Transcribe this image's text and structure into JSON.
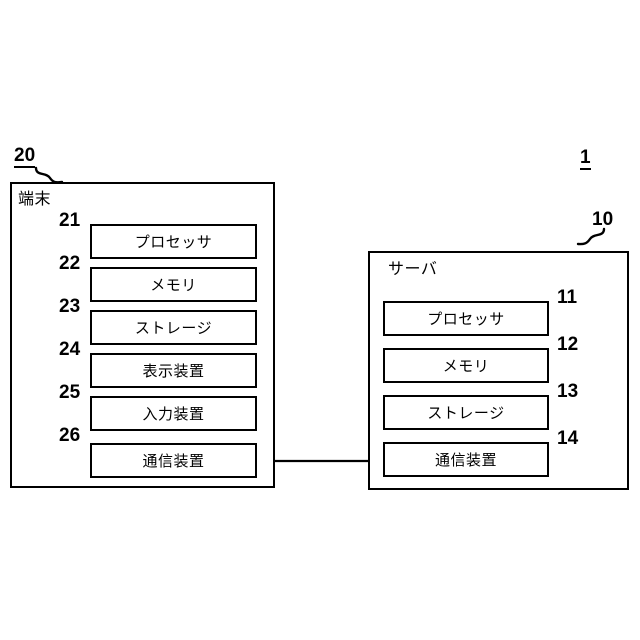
{
  "figure": {
    "system_ref": "1",
    "background_color": "#ffffff",
    "line_color": "#000000"
  },
  "terminal": {
    "title": "端末",
    "ref": "20",
    "components": [
      {
        "label": "プロセッサ",
        "ref": "21"
      },
      {
        "label": "メモリ",
        "ref": "22"
      },
      {
        "label": "ストレージ",
        "ref": "23"
      },
      {
        "label": "表示装置",
        "ref": "24"
      },
      {
        "label": "入力装置",
        "ref": "25"
      },
      {
        "label": "通信装置",
        "ref": "26"
      }
    ]
  },
  "server": {
    "title": "サーバ",
    "ref": "10",
    "components": [
      {
        "label": "プロセッサ",
        "ref": "11"
      },
      {
        "label": "メモリ",
        "ref": "12"
      },
      {
        "label": "ストレージ",
        "ref": "13"
      },
      {
        "label": "通信装置",
        "ref": "14"
      }
    ]
  },
  "connection": {
    "name": "communication-link",
    "from": "通信装置",
    "to": "通信装置",
    "arrow": "double"
  }
}
